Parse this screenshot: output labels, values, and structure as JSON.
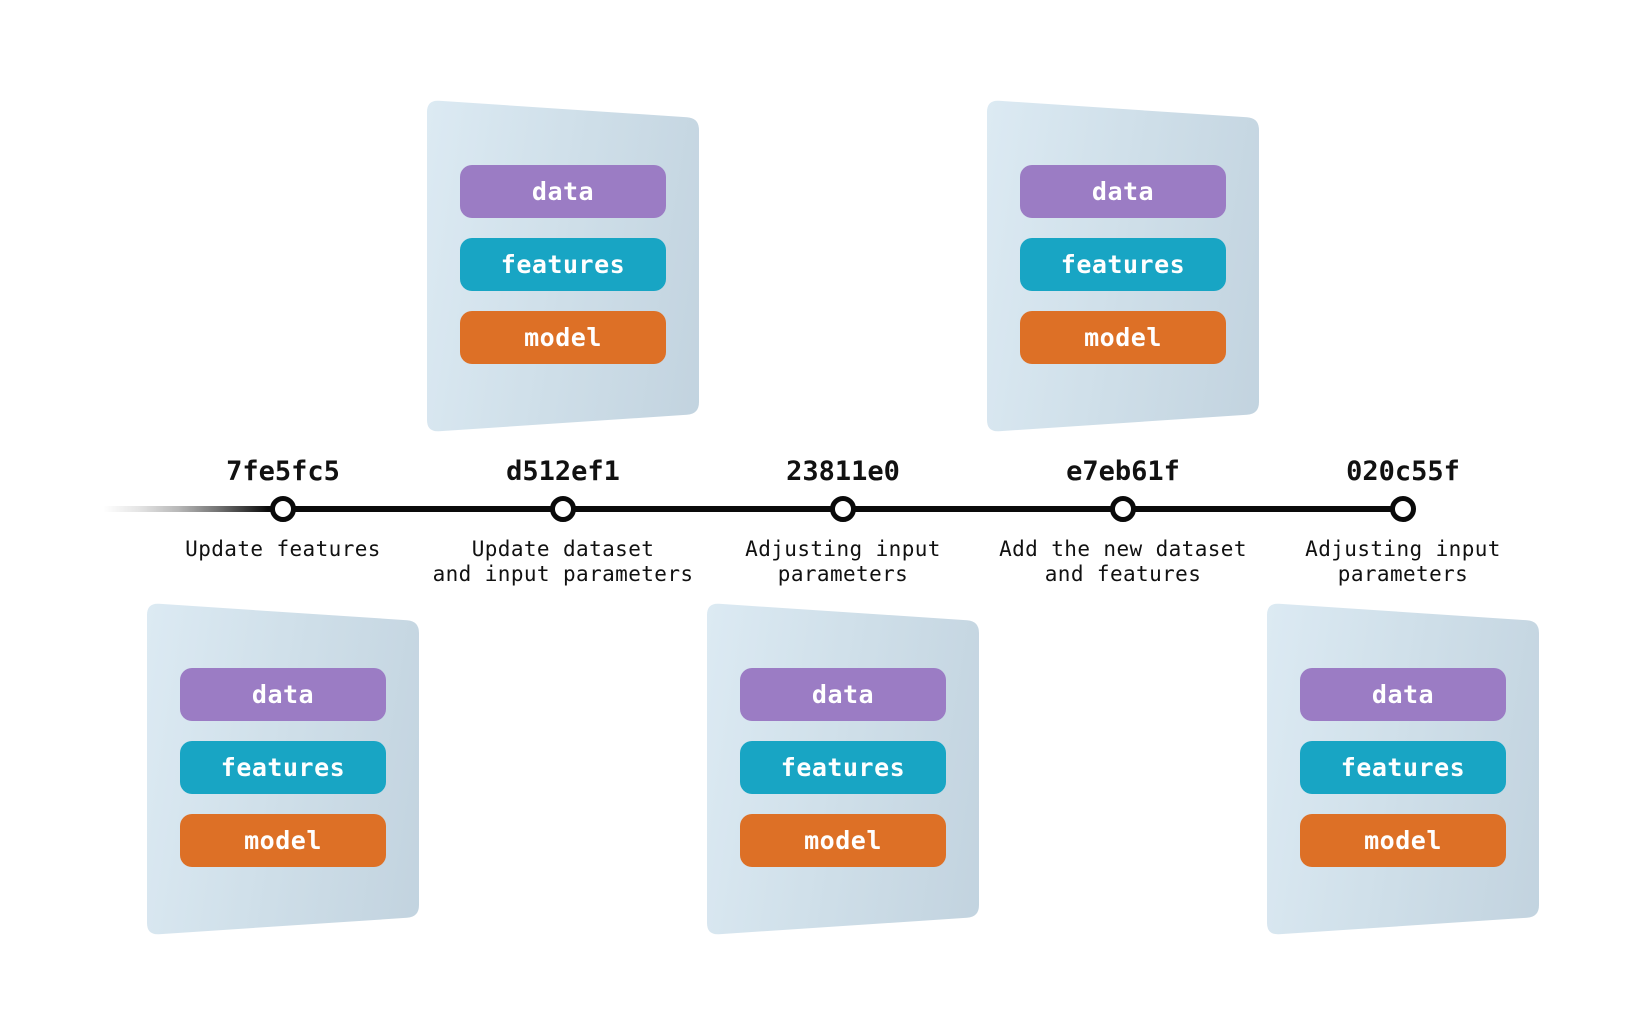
{
  "colors": {
    "timeline": "#0a0a0a",
    "text": "#111111",
    "pill-text": "#ffffff",
    "pill-data": "#9b7cc4",
    "pill-features": "#18a5c4",
    "pill-model": "#dd7026",
    "card-gradient-start": "#dceaf3",
    "card-gradient-end": "#c2d3df"
  },
  "card_layers": [
    {
      "label": "data"
    },
    {
      "label": "features"
    },
    {
      "label": "model"
    }
  ],
  "timeline": {
    "commits": [
      {
        "hash": "7fe5fc5",
        "message": "Update features",
        "card_position": "below"
      },
      {
        "hash": "d512ef1",
        "message": "Update dataset\nand input parameters",
        "card_position": "above"
      },
      {
        "hash": "23811e0",
        "message": "Adjusting input\nparameters",
        "card_position": "below"
      },
      {
        "hash": "e7eb61f",
        "message": "Add the new dataset\nand features",
        "card_position": "above"
      },
      {
        "hash": "020c55f",
        "message": "Adjusting input\nparameters",
        "card_position": "below"
      }
    ]
  }
}
